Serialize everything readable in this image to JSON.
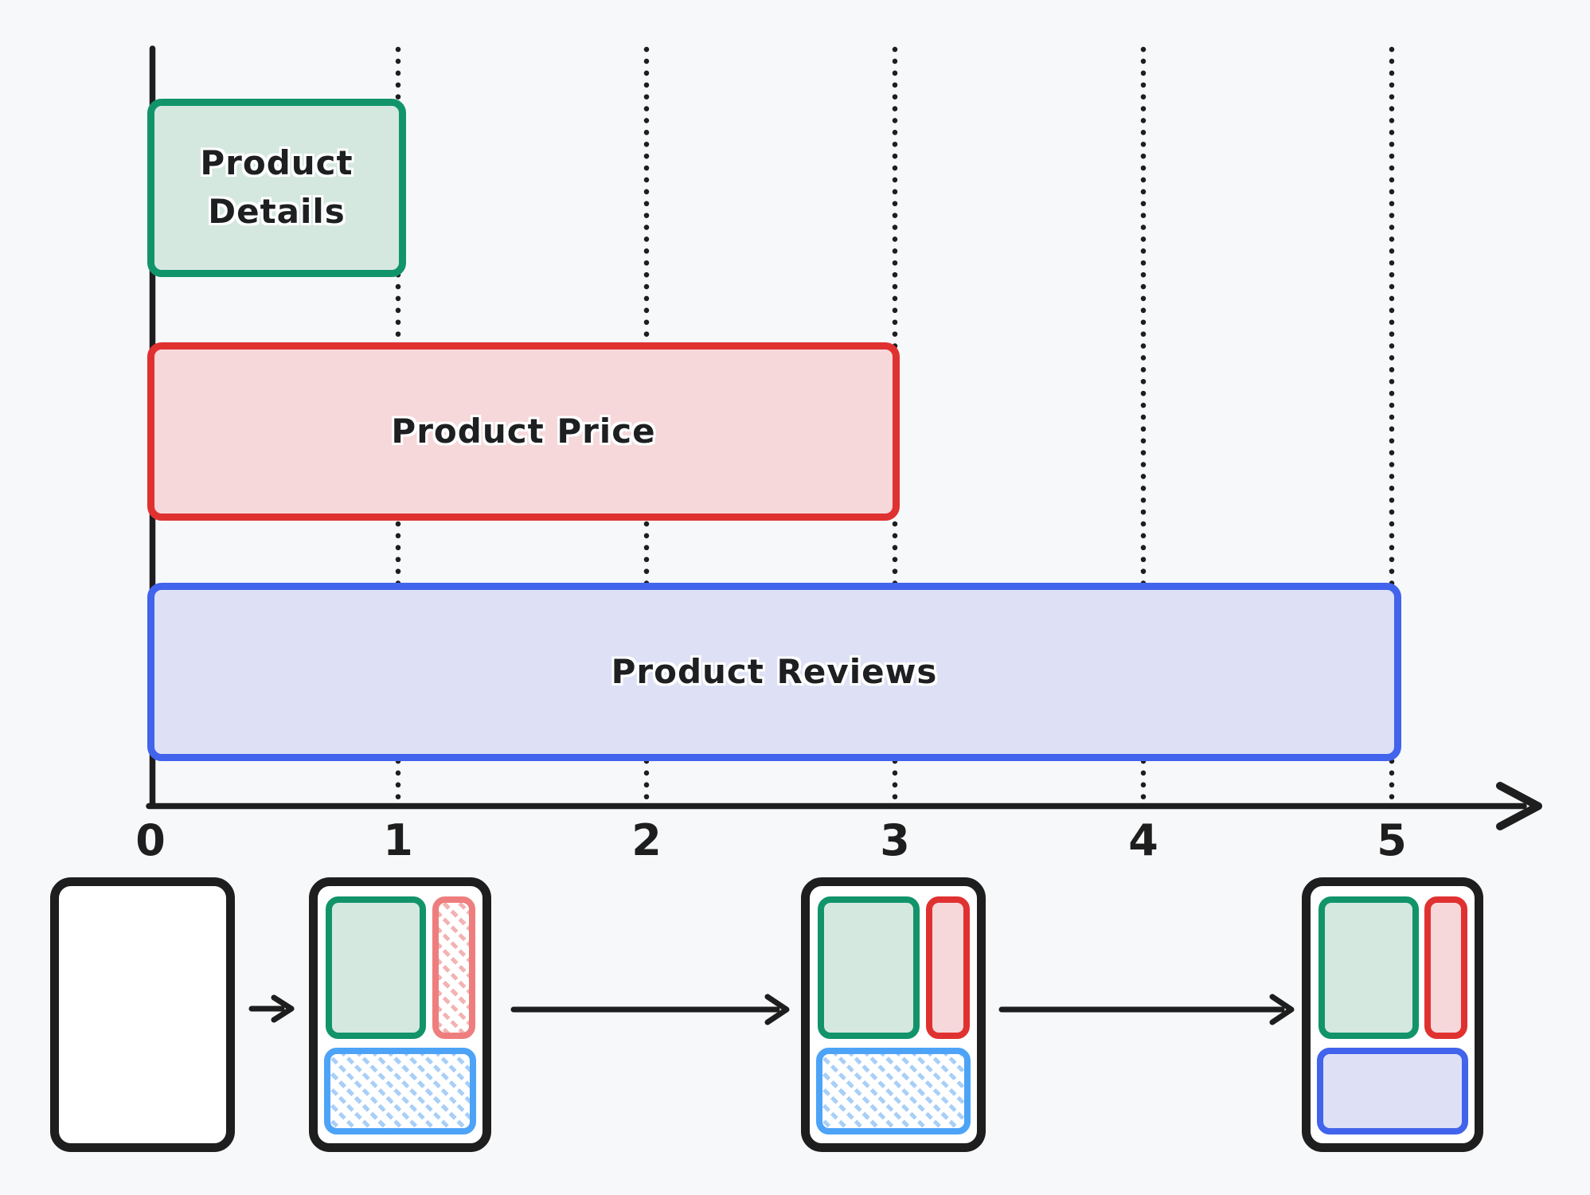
{
  "chart_data": {
    "type": "bar",
    "orientation": "horizontal",
    "title": "",
    "xlabel": "",
    "ylabel": "",
    "categories": [
      "Product Details",
      "Product Price",
      "Product Reviews"
    ],
    "values": [
      1,
      3,
      5
    ],
    "x_ticks": [
      "0",
      "1",
      "2",
      "3",
      "4",
      "5"
    ],
    "xlim": [
      0,
      5.6
    ],
    "grid": "vertical-dotted-lines",
    "legend": "none",
    "series_styles": [
      {
        "name": "Product Details",
        "border": "#12946a",
        "fill": "#d5e8e0"
      },
      {
        "name": "Product Price",
        "border": "#e03131",
        "fill": "#f6d8da"
      },
      {
        "name": "Product Reviews",
        "border": "#4263eb",
        "fill": "#dee1f5"
      }
    ]
  },
  "bars": {
    "details_label": "Product Details",
    "price_label": "Product Price",
    "reviews_label": "Product Reviews"
  },
  "flow": {
    "description_of_pixels": "four wireframe cards connected by left-to-right arrows showing progressive loading",
    "cards": [
      {
        "state": "empty",
        "blocks": []
      },
      {
        "state": "details-loaded",
        "blocks": [
          {
            "id": "product-details",
            "variant": "loaded"
          },
          {
            "id": "product-price",
            "variant": "skeleton"
          },
          {
            "id": "product-reviews",
            "variant": "skeleton"
          }
        ]
      },
      {
        "state": "price-loaded",
        "blocks": [
          {
            "id": "product-details",
            "variant": "loaded"
          },
          {
            "id": "product-price",
            "variant": "loaded"
          },
          {
            "id": "product-reviews",
            "variant": "skeleton"
          }
        ]
      },
      {
        "state": "all-loaded",
        "blocks": [
          {
            "id": "product-details",
            "variant": "loaded"
          },
          {
            "id": "product-price",
            "variant": "loaded"
          },
          {
            "id": "product-reviews",
            "variant": "loaded"
          }
        ]
      }
    ]
  },
  "colors": {
    "background": "#f7f8fa",
    "ink": "#1e1e1e",
    "green_border": "#12946a",
    "green_fill": "#d5e8e0",
    "red_border": "#e03131",
    "red_fill": "#f6d8da",
    "blue_border": "#4263eb",
    "blue_fill": "#dee1f5",
    "red_skeleton_border": "#ee7e7e",
    "red_skeleton_hatch": "#f3b3b3",
    "blue_skeleton_border": "#4da3f7",
    "blue_skeleton_hatch": "#a8cff8"
  }
}
